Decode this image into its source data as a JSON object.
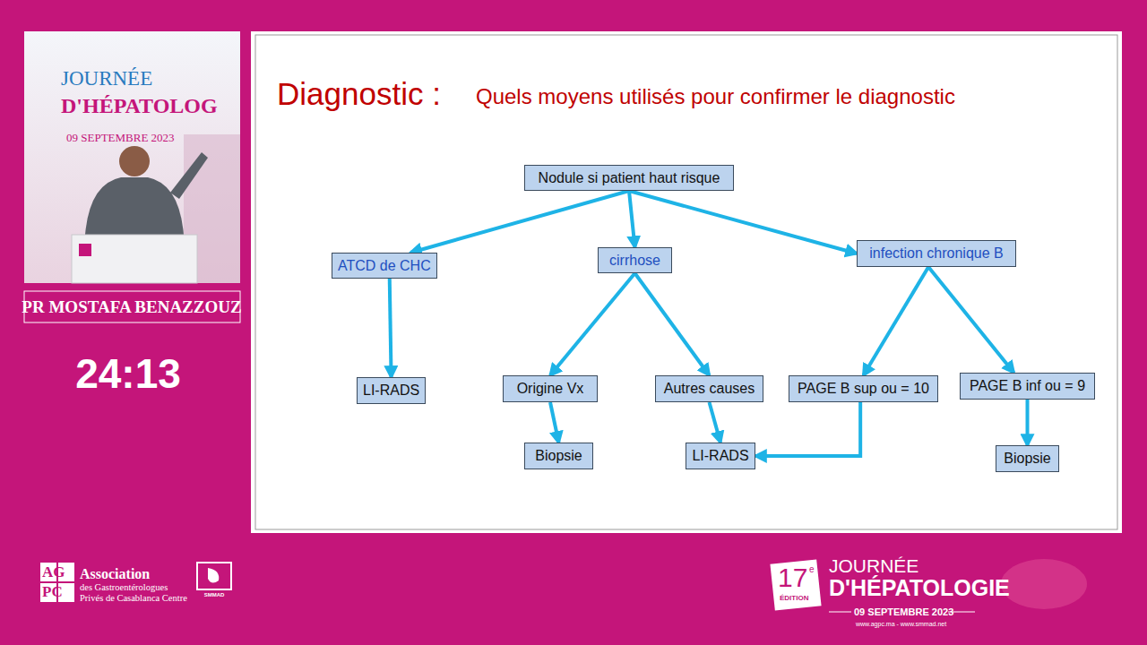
{
  "diagram": {
    "title": "Diagnostic :",
    "nodes": [
      {
        "text": [
          "Nodule si patient haut risque"
        ]
      },
      {
        "text": [
          "ATCD de CHC"
        ]
      },
      {
        "text": [
          "cirrhose"
        ]
      },
      {
        "text": [
          "infection chronique B"
        ]
      },
      {
        "text": [
          "LI-RADS"
        ]
      },
      {
        "text": [
          "Origine Vx"
        ]
      },
      {
        "text": [
          "Autres causes"
        ]
      },
      {
        "text": [
          "PAGE B sup ou = 10"
        ]
      },
      {
        "text": [
          "PAGE B inf ou = 9"
        ]
      },
      {
        "text": [
          "Biopsie"
        ]
      },
      {
        "text": [
          "LI-RADS"
        ]
      },
      {
        "text": [
          "Biopsie"
        ]
      }
    ],
    "edges": [
      {
        "from": 0,
        "to": 1,
        "arrow": "to"
      },
      {
        "from": 0,
        "to": 2,
        "arrow": "to"
      },
      {
        "from": 0,
        "to": 3,
        "arrow": "to"
      },
      {
        "from": 1,
        "to": 4,
        "arrow": "to"
      },
      {
        "from": 2,
        "to": 5,
        "arrow": "to"
      },
      {
        "from": 2,
        "to": 6,
        "arrow": "to"
      },
      {
        "from": 3,
        "to": 7,
        "arrow": "to"
      },
      {
        "from": 3,
        "to": 8,
        "arrow": "to"
      },
      {
        "from": 5,
        "to": 9,
        "arrow": "to"
      },
      {
        "from": 6,
        "to": 10,
        "arrow": "to"
      },
      {
        "from": 7,
        "to": 10,
        "arrow": "to"
      },
      {
        "from": 8,
        "to": 11,
        "arrow": "to"
      }
    ],
    "labels": [
      "Quels moyens utilisés pour confirmer le diagnostic",
      "JOURNÉE",
      "D'HÉPATOLOG",
      "09 SEPTEMBRE 2023",
      "PR MOSTAFA BENAZZOUZ",
      "24:13",
      "AG",
      "PC",
      "Association",
      "des Gastroentérologues",
      "Privés de Casablanca Centre",
      "SMMAD",
      "17",
      "e",
      "ÉDITION",
      "JOURNÉE",
      "D'HÉPATOLOGIE",
      "09 SEPTEMBRE 2023",
      "www.agpc.ma - www.smmad.net"
    ]
  }
}
